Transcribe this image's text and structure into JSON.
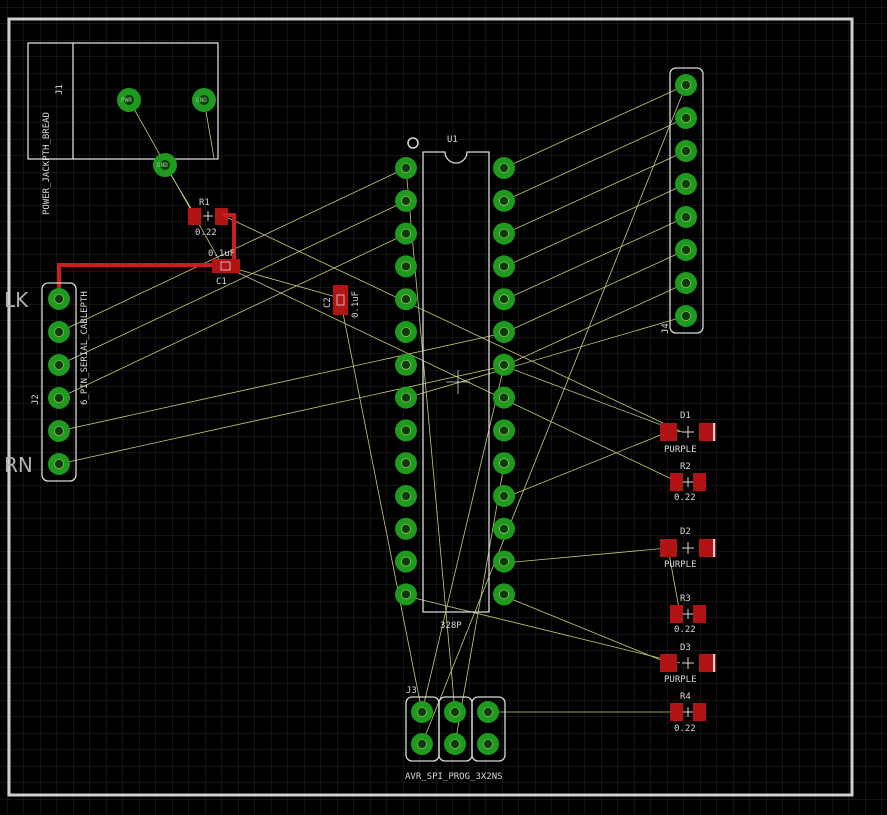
{
  "app": {
    "name": "Board layout editor"
  },
  "colors": {
    "background": "#000000",
    "grid": "#262626",
    "outline": "#cfcfcf",
    "silk": "#d9d9d9",
    "pad": "#1e9a1e",
    "pad_hole": "#0b3d0b",
    "smd": "#b11414",
    "trace": "#c81e1e",
    "airwire": "#c9c97a"
  },
  "parts": {
    "j1": {
      "name": "J1",
      "value": "POWER_JACKPTH_BREAD",
      "pads": [
        "PWR",
        "GND",
        "GND"
      ]
    },
    "r1": {
      "name": "R1",
      "value": "0.22"
    },
    "c1": {
      "name": "C1",
      "value": "0.1uF"
    },
    "c2": {
      "name": "C2",
      "value": "0.1uF"
    },
    "j2": {
      "name": "J2",
      "value": "6_PIN_SERIAL_CABLEPTH"
    },
    "u1": {
      "name": "U1",
      "value": "328P"
    },
    "j4": {
      "name": "J4"
    },
    "d1": {
      "name": "D1",
      "value": "PURPLE"
    },
    "r2": {
      "name": "R2",
      "value": "0.22"
    },
    "d2": {
      "name": "D2",
      "value": "PURPLE"
    },
    "r3": {
      "name": "R3",
      "value": "0.22"
    },
    "d3": {
      "name": "D3",
      "value": "PURPLE"
    },
    "r4": {
      "name": "R4",
      "value": "0.22"
    },
    "j3": {
      "name": "J3",
      "value": "AVR_SPI_PROG_3X2NS"
    }
  },
  "edge_labels": {
    "top": "LK",
    "bottom": "RN"
  }
}
